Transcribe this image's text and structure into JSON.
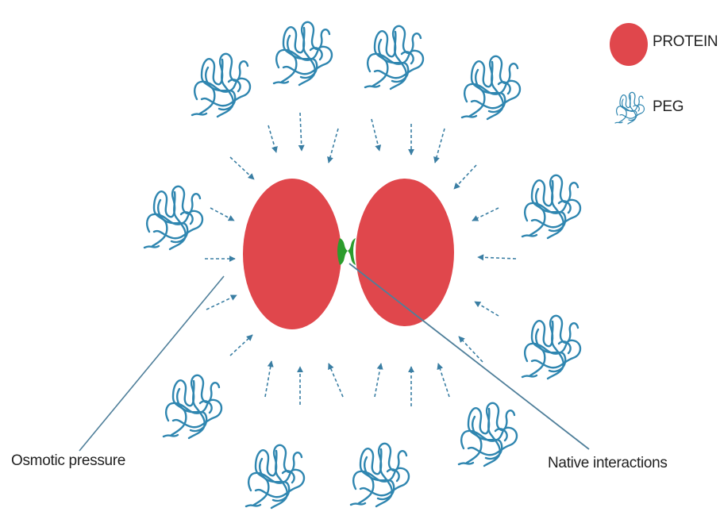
{
  "legend": {
    "protein_label": "PROTEIN",
    "peg_label": "PEG",
    "protein_icon": "red-ellipse",
    "peg_icon": "blue-coil"
  },
  "annotations": {
    "osmotic_pressure": "Osmotic pressure",
    "native_interactions": "Native interactions"
  },
  "colors": {
    "protein": "#e0474c",
    "peg": "#2f86b0",
    "contact": "#2c9c2c",
    "arrow": "#3a7ea3",
    "leader": "#4f7f9a"
  }
}
